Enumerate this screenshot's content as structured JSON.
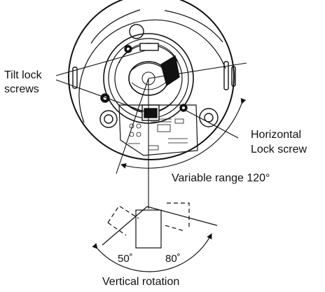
{
  "labels": {
    "tilt_lock_line1": "Tilt lock",
    "tilt_lock_line2": "screws",
    "horizontal_line1": "Horizontal",
    "horizontal_line2": "Lock screw",
    "variable_range": "Variable range 120°",
    "angle_left": "50˚",
    "angle_right": "80˚",
    "vertical_rotation": "Vertical rotation"
  }
}
